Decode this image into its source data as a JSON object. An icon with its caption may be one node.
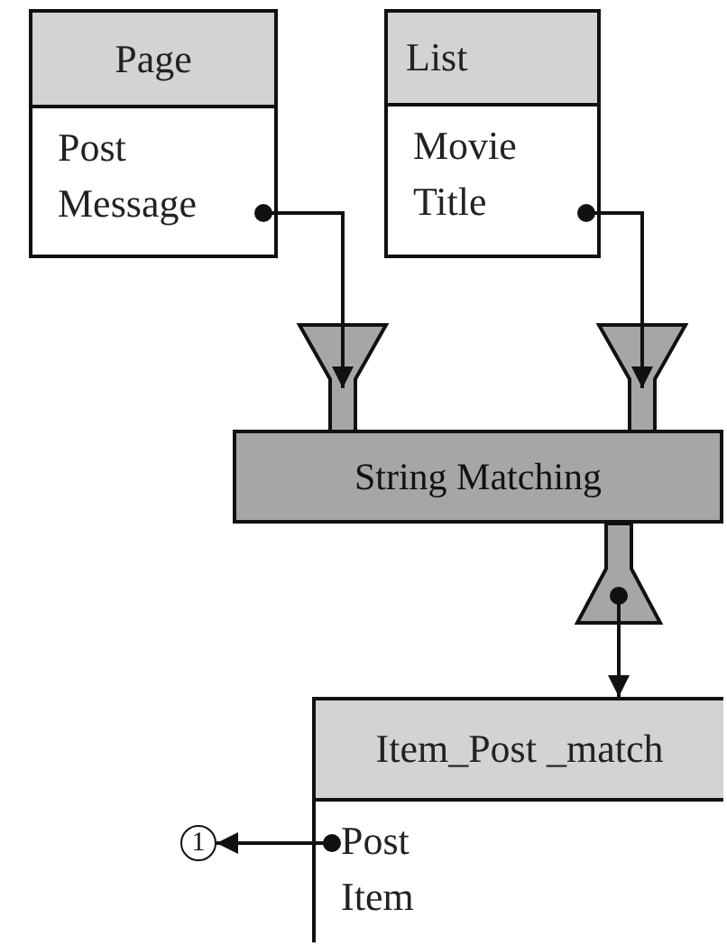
{
  "diagram": {
    "nodes": [
      {
        "text": [
          "Page",
          "Post Message"
        ]
      },
      {
        "text": [
          "List",
          "Movie Title"
        ]
      },
      {
        "text": [
          "String Matching"
        ]
      },
      {
        "text": [
          "Item_Post _match",
          "Post Item"
        ]
      },
      {
        "text": [
          "1"
        ]
      }
    ],
    "edges": [
      {
        "from": 0,
        "to": 2,
        "arrow": "to"
      },
      {
        "from": 1,
        "to": 2,
        "arrow": "to"
      },
      {
        "from": 2,
        "to": 3,
        "arrow": "to"
      },
      {
        "from": 3,
        "to": 4,
        "arrow": "to"
      }
    ]
  }
}
